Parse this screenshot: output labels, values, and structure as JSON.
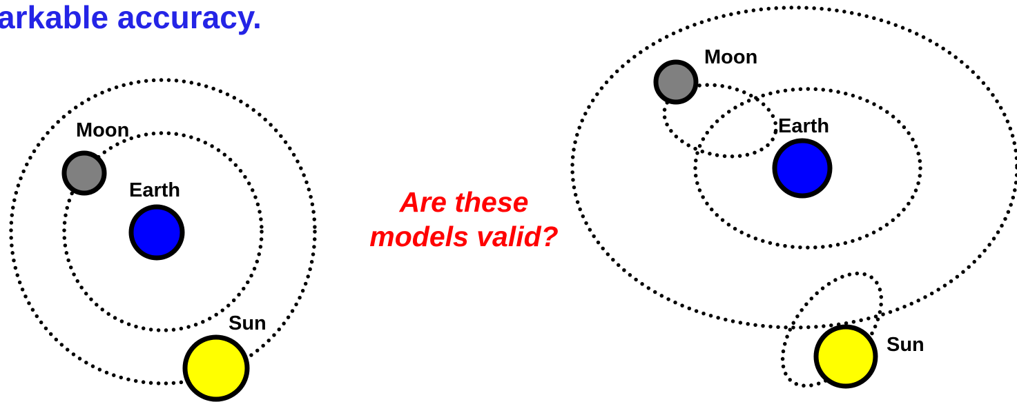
{
  "title": "arkable accuracy.",
  "question": {
    "line1": "Are these",
    "line2": "models valid?"
  },
  "colors": {
    "title": "#2424e6",
    "question": "#ff0000",
    "moon": "#808080",
    "earth": "#0000ff",
    "sun": "#ffff00",
    "orbit": "#000000"
  },
  "left_model": {
    "moon_label": "Moon",
    "earth_label": "Earth",
    "sun_label": "Sun"
  },
  "right_model": {
    "moon_label": "Moon",
    "earth_label": "Earth",
    "sun_label": "Sun"
  }
}
